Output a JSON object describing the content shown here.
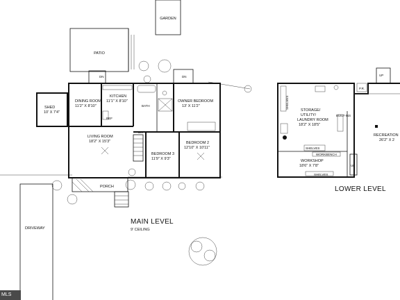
{
  "outdoor": {
    "garden": "GARDEN",
    "patio": "PATIO",
    "shed": "SHED",
    "shed_size": "10' X 7'4\"",
    "driveway": "DRIVEWAY",
    "porch": "PORCH"
  },
  "main_level": {
    "title": "MAIN LEVEL",
    "subtitle": "9' CEILING",
    "rooms": {
      "dining_name": "DINING ROOM",
      "dining_size": "11'2\" X 8'10\"",
      "kitchen_name": "KITCHEN",
      "kitchen_size": "11'1\" X 8'10\"",
      "bath": "BATH",
      "owner_name": "OWNER BEDROOM",
      "owner_size": "13' X 11'2\"",
      "living_name": "LIVING ROOM",
      "living_size": "18'2\" X 15'3\"",
      "bed3_name": "BEDROOM 3",
      "bed3_size": "11'9\" X 9'3\"",
      "bed2_name": "BEDROOM 2",
      "bed2_size": "12'10\" X 10'11\""
    },
    "small": {
      "dn1": "DN",
      "dn2": "DN",
      "dn3": "DN",
      "ref": "REF"
    }
  },
  "lower_level": {
    "title": "LOWER LEVEL",
    "storage_l1": "STORAGE/",
    "storage_l2": "UTILITY/",
    "storage_l3": "LAUNDRY ROOM",
    "storage_size": "18'2\" X 18'5\"",
    "rec_name": "RECREATION",
    "rec_size": "26'2\" X 2",
    "workshop_name": "WORKSHOP",
    "workshop_size": "18'6\" X 7'8\"",
    "small": {
      "shelves1": "SHELVES",
      "shelves2": "SHELVES",
      "shelves3": "SHELVES",
      "workbench": "WORKBENCH",
      "builtins": "BUILT-INS",
      "pr": "P.R.",
      "up1": "UP",
      "up2": "UP"
    }
  },
  "watermark": "MLS"
}
